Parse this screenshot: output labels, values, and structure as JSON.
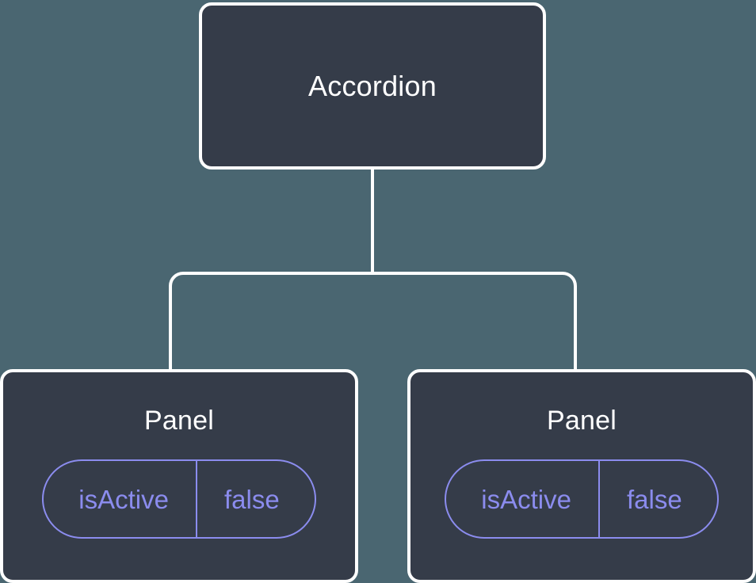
{
  "diagram": {
    "type": "component-tree",
    "background_color": "#4a6671",
    "node_fill_color": "#353c49",
    "node_border_color": "#ffffff",
    "edge_color": "#ffffff",
    "accent_color": "#8b8cee",
    "root": {
      "label": "Accordion"
    },
    "children": [
      {
        "label": "Panel",
        "prop": {
          "key": "isActive",
          "value": "false"
        }
      },
      {
        "label": "Panel",
        "prop": {
          "key": "isActive",
          "value": "false"
        }
      }
    ]
  }
}
